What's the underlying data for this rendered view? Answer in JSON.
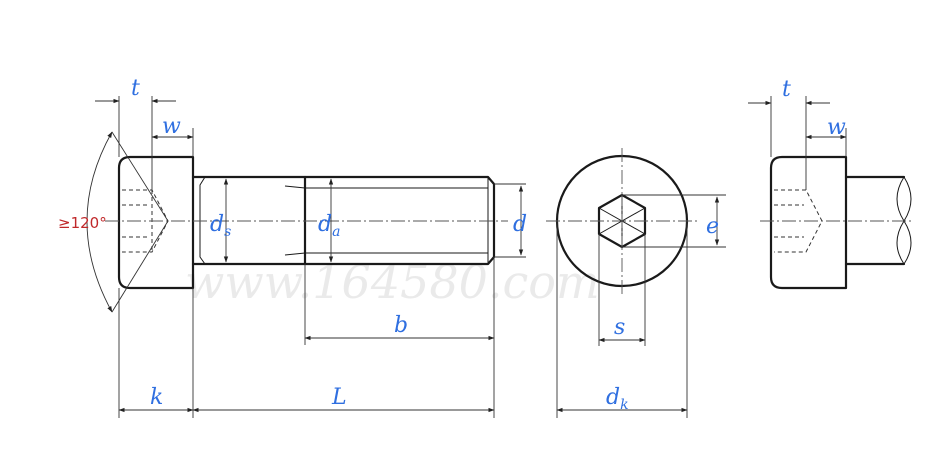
{
  "labels": {
    "t": "t",
    "w": "w",
    "angle": "≥120°",
    "ds_main": "d",
    "ds_sub": "s",
    "da_main": "d",
    "da_sub": "a",
    "d": "d",
    "e": "e",
    "s": "s",
    "b": "b",
    "k": "k",
    "L": "L",
    "dk_main": "d",
    "dk_sub": "k",
    "t_right": "t",
    "w_right": "w"
  },
  "watermark": "www.164580.com",
  "colors": {
    "label": "#2f6fe0",
    "angle": "#c0282a",
    "line": "#1a1a1a"
  }
}
